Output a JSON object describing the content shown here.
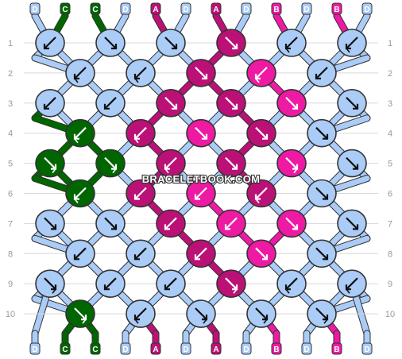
{
  "watermark": "BRACELETBOOK.COM",
  "colors": {
    "D": "#aaccf7",
    "C": "#006600",
    "A": "#bb1177",
    "B": "#ee1aa4"
  },
  "strings_top": [
    "D",
    "C",
    "C",
    "D",
    "A",
    "D",
    "A",
    "D",
    "B",
    "D",
    "B",
    "D"
  ],
  "strings_bottom": [
    "D",
    "C",
    "C",
    "D",
    "A",
    "D",
    "A",
    "D",
    "B",
    "D",
    "B",
    "D"
  ],
  "row_labels": [
    "1",
    "2",
    "3",
    "4",
    "5",
    "6",
    "7",
    "8",
    "9",
    "10"
  ],
  "knots": [
    [
      {
        "c": "D",
        "k": "b"
      },
      {
        "c": "D",
        "k": "f"
      },
      {
        "c": "D",
        "k": "f"
      },
      {
        "c": "A",
        "k": "f"
      },
      {
        "c": "D",
        "k": "bf"
      },
      {
        "c": "D",
        "k": "bf"
      }
    ],
    [
      {
        "c": "D",
        "k": "bf"
      },
      {
        "c": "D",
        "k": "bf"
      },
      {
        "c": "A",
        "k": "f"
      },
      {
        "c": "B",
        "k": "bf"
      },
      {
        "c": "D",
        "k": "b"
      }
    ],
    [
      {
        "c": "D",
        "k": "b"
      },
      {
        "c": "D",
        "k": "b"
      },
      {
        "c": "A",
        "k": "f"
      },
      {
        "c": "A",
        "k": "f"
      },
      {
        "c": "B",
        "k": "f"
      },
      {
        "c": "D",
        "k": "f"
      }
    ],
    [
      {
        "c": "C",
        "k": "bf"
      },
      {
        "c": "A",
        "k": "bf"
      },
      {
        "c": "B",
        "k": "f"
      },
      {
        "c": "A",
        "k": "f"
      },
      {
        "c": "D",
        "k": "f"
      }
    ],
    [
      {
        "c": "C",
        "k": "fb"
      },
      {
        "c": "C",
        "k": "fb"
      },
      {
        "c": "A",
        "k": "bf"
      },
      {
        "c": "A",
        "k": "f"
      },
      {
        "c": "B",
        "k": "fb"
      },
      {
        "c": "D",
        "k": "f"
      }
    ],
    [
      {
        "c": "C",
        "k": "bf"
      },
      {
        "c": "A",
        "k": "b"
      },
      {
        "c": "B",
        "k": "b"
      },
      {
        "c": "A",
        "k": "bf"
      },
      {
        "c": "D",
        "k": "f"
      }
    ],
    [
      {
        "c": "D",
        "k": "f"
      },
      {
        "c": "D",
        "k": "f"
      },
      {
        "c": "A",
        "k": "b"
      },
      {
        "c": "B",
        "k": "b"
      },
      {
        "c": "B",
        "k": "f"
      },
      {
        "c": "D",
        "k": "f"
      }
    ],
    [
      {
        "c": "D",
        "k": "b"
      },
      {
        "c": "D",
        "k": "b"
      },
      {
        "c": "A",
        "k": "b"
      },
      {
        "c": "B",
        "k": "f"
      },
      {
        "c": "D",
        "k": "f"
      }
    ],
    [
      {
        "c": "D",
        "k": "fb"
      },
      {
        "c": "D",
        "k": "b"
      },
      {
        "c": "D",
        "k": "b"
      },
      {
        "c": "A",
        "k": "fb"
      },
      {
        "c": "D",
        "k": "bf"
      },
      {
        "c": "D",
        "k": "bf"
      }
    ],
    [
      {
        "c": "C",
        "k": "fb"
      },
      {
        "c": "D",
        "k": "bf"
      },
      {
        "c": "D",
        "k": "fb"
      },
      {
        "c": "D",
        "k": "fb"
      },
      {
        "c": "D",
        "k": "fb"
      }
    ]
  ]
}
